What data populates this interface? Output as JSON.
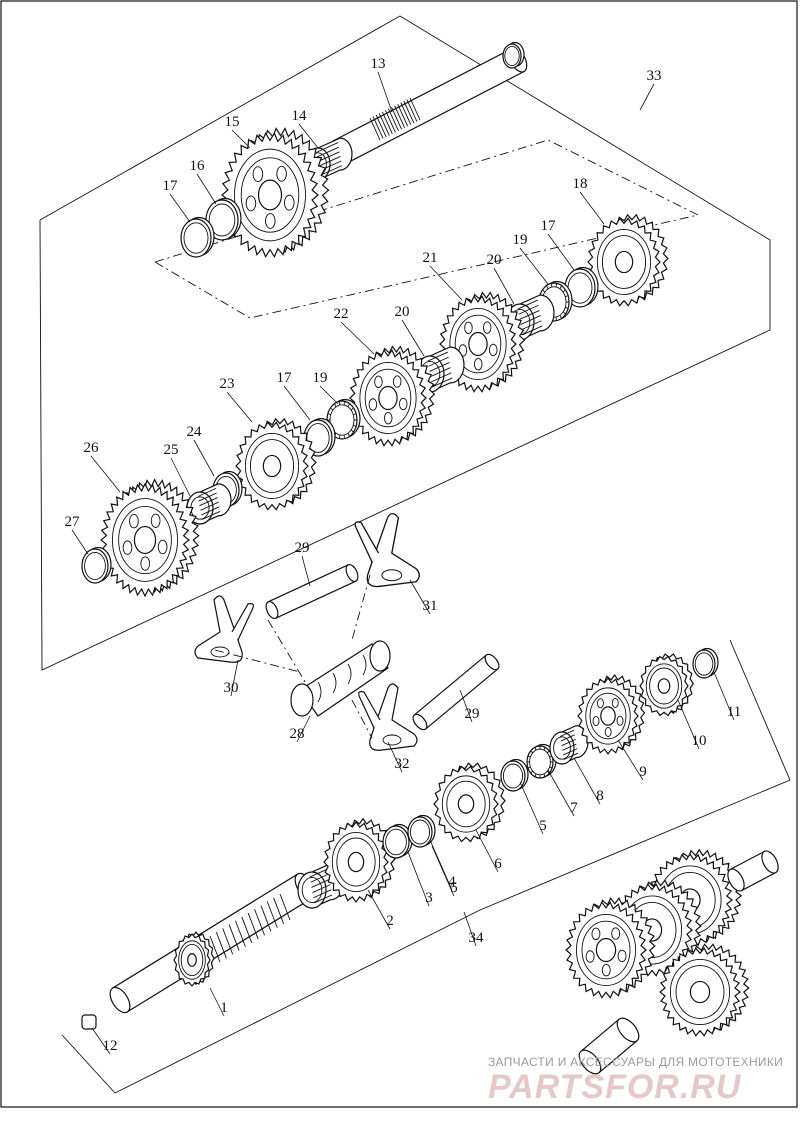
{
  "diagram": {
    "labels": [
      "1",
      "2",
      "3",
      "4",
      "5",
      "5",
      "6",
      "7",
      "8",
      "9",
      "10",
      "11",
      "12",
      "13",
      "14",
      "15",
      "16",
      "17",
      "17",
      "17",
      "18",
      "19",
      "19",
      "20",
      "20",
      "21",
      "22",
      "23",
      "24",
      "25",
      "26",
      "27",
      "28",
      "29",
      "29",
      "30",
      "31",
      "32",
      "33",
      "34"
    ]
  },
  "watermark": {
    "caption": "ЗАПЧАСТИ И АКСЕССУАРЫ ДЛЯ МОТОТЕХНИКИ",
    "logo_text": "PARTSFOR.RU"
  },
  "colors": {
    "ink": "#111111",
    "background": "#ffffff",
    "watermark_logo": "#e5c9c9",
    "watermark_caption": "#9a9a9a"
  }
}
